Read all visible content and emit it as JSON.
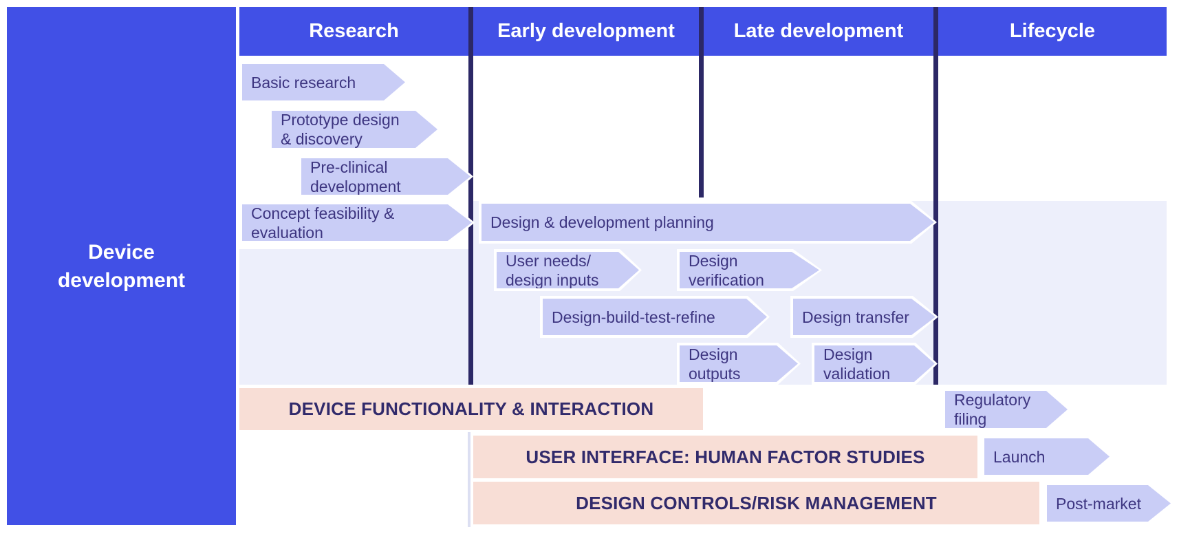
{
  "left_panel": {
    "title": "Device\ndevelopment"
  },
  "header": {
    "columns": [
      {
        "label": "Research"
      },
      {
        "label": "Early development"
      },
      {
        "label": "Late development"
      },
      {
        "label": "Lifecycle"
      }
    ]
  },
  "arrows": [
    {
      "label": "Basic research"
    },
    {
      "label": "Prototype design\n& discovery"
    },
    {
      "label": "Pre-clinical\ndevelopment"
    },
    {
      "label": "Concept feasibility &\nevaluation"
    },
    {
      "label": "Design & development planning"
    },
    {
      "label": "User needs/\ndesign inputs"
    },
    {
      "label": "Design\nverification"
    },
    {
      "label": "Design-build-test-refine"
    },
    {
      "label": "Design transfer"
    },
    {
      "label": "Design\noutputs"
    },
    {
      "label": "Design\nvalidation"
    },
    {
      "label": "Regulatory\nfiling"
    },
    {
      "label": "Launch"
    },
    {
      "label": "Post-market"
    }
  ],
  "bands": [
    {
      "label": "DEVICE FUNCTIONALITY & INTERACTION"
    },
    {
      "label": "USER INTERFACE: HUMAN FACTOR STUDIES"
    },
    {
      "label": "DESIGN CONTROLS/RISK MANAGEMENT"
    }
  ],
  "colors": {
    "brand_blue": "#4150e6",
    "divider_navy": "#2c2866",
    "arrow_fill": "#c9cdf6",
    "arrow_text": "#3d3580",
    "phase_background": "#edeffb",
    "band_fill": "#f8ded6",
    "band_text": "#312a6b"
  }
}
